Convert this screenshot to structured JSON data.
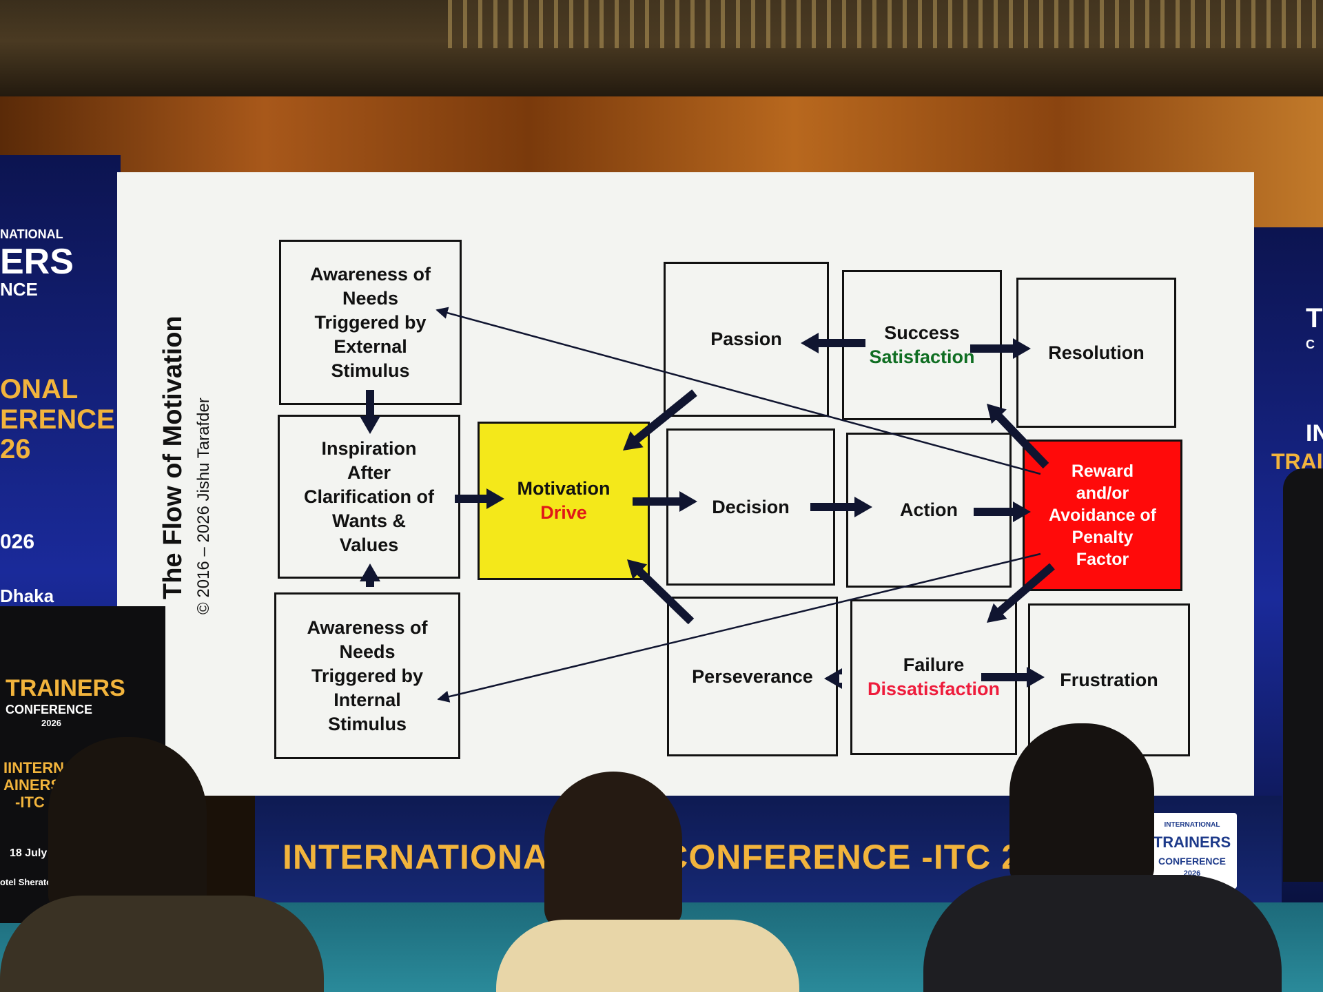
{
  "slide": {
    "title": "The Flow of Motivation",
    "credit": "© 2016 – 2026 Jishu Tarafder"
  },
  "boxes": {
    "awareness_external": [
      "Awareness of",
      "Needs",
      "Triggered by",
      "External",
      "Stimulus"
    ],
    "inspiration": [
      "Inspiration",
      "After",
      "Clarification of",
      "Wants &",
      "Values"
    ],
    "awareness_internal": [
      "Awareness of",
      "Needs",
      "Triggered by",
      "Internal",
      "Stimulus"
    ],
    "motivation": {
      "label": "Motivation",
      "sub": "Drive"
    },
    "passion": "Passion",
    "success": {
      "label": "Success",
      "sub": "Satisfaction"
    },
    "resolution": "Resolution",
    "decision": "Decision",
    "action": "Action",
    "reward": [
      "Reward",
      "and/or",
      "Avoidance of",
      "Penalty",
      "Factor"
    ],
    "perseverance": "Perseverance",
    "failure": {
      "label": "Failure",
      "sub": "Dissatisfaction"
    },
    "frustration": "Frustration"
  },
  "colors": {
    "motivation_fill": "#f4e81a",
    "reward_fill": "#ff0a0a",
    "satisfaction_text": "#0f6e22",
    "drive_text": "#e01818",
    "dissatisfaction_text": "#ee1c3c",
    "arrow": "#101530"
  },
  "venue": {
    "left_banner": [
      "NATIONAL",
      "ERS",
      "NCE",
      "ONAL",
      "ERENCE",
      "26",
      "026",
      "Dhaka"
    ],
    "left_podium": [
      "TRAINERS",
      "CONFERENCE",
      "2026",
      "IINTERNA",
      "AINERS C",
      "-ITC",
      "18 July",
      "otel Sheraton"
    ],
    "right_banner": [
      "TI",
      "C",
      "IN",
      "TRAIN"
    ],
    "bottom_banner": "INTERNATIONAL      ERS CONFERENCE -ITC 2",
    "itc_logo": [
      "INTERNATIONAL",
      "TRAINERS",
      "CONFERENCE",
      "2026"
    ]
  }
}
